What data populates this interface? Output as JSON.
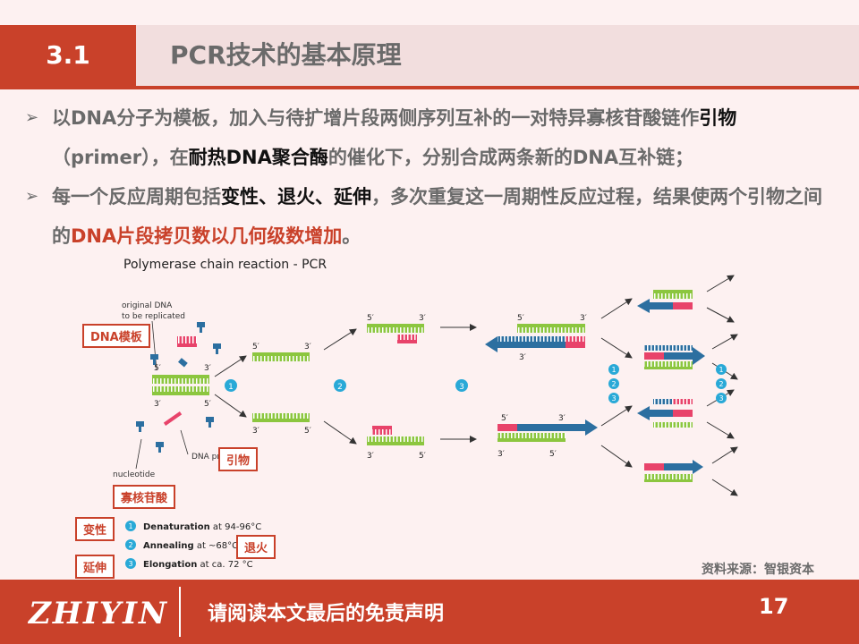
{
  "header": {
    "section": "3.1",
    "title": "PCR技术的基本原理"
  },
  "bullets": [
    {
      "marker": "➢",
      "parts": [
        {
          "text": "以DNA分子为模板，加入与待扩增片段两侧序列互补的一对特异寡核苷酸链作",
          "style": "normal"
        },
        {
          "text": "引物",
          "style": "black"
        },
        {
          "text": "（primer），在",
          "style": "normal"
        },
        {
          "text": "耐热DNA聚合酶",
          "style": "black"
        },
        {
          "text": "的催化下，分别合成两条新的DNA互补链；",
          "style": "normal"
        }
      ]
    },
    {
      "marker": "➢",
      "parts": [
        {
          "text": "每一个反应周期包括",
          "style": "normal"
        },
        {
          "text": "变性、退火、延伸",
          "style": "black"
        },
        {
          "text": "，多次重复这一周期性反应过程，结果使两个引物之间的",
          "style": "normal"
        },
        {
          "text": "DNA片段拷贝数以几何级数增加",
          "style": "red"
        },
        {
          "text": "。",
          "style": "normal"
        }
      ]
    }
  ],
  "diagram": {
    "title": "Polymerase chain reaction - PCR",
    "original_dna": "original DNA",
    "to_be_replicated": "to be replicated",
    "dna_primer": "DNA primer",
    "nucleotide": "nucleotide",
    "cn_template": "DNA模板",
    "cn_primer": "引物",
    "cn_nucleotide": "寡核苷酸",
    "cn_denature": "变性",
    "cn_anneal": "退火",
    "cn_extend": "延伸",
    "step1": "1",
    "step2": "2",
    "step3": "3",
    "end5": "5′",
    "end3": "3′",
    "legend": [
      {
        "num": "1",
        "bold": "Denaturation",
        "rest": " at 94-96°C"
      },
      {
        "num": "2",
        "bold": "Annealing",
        "rest": " at ~68°C"
      },
      {
        "num": "3",
        "bold": "Elongation",
        "rest": " at ca. 72 °C"
      }
    ]
  },
  "source": "资料来源：智银资本",
  "footer": {
    "logo": "ZHIYIN",
    "disclaimer": "请阅读本文最后的免责声明",
    "page": "17"
  },
  "colors": {
    "accent": "#c9412a",
    "green": "#8cc63f",
    "pink": "#e8436a",
    "blue": "#2c6fa0",
    "cyan": "#29a9d7"
  }
}
